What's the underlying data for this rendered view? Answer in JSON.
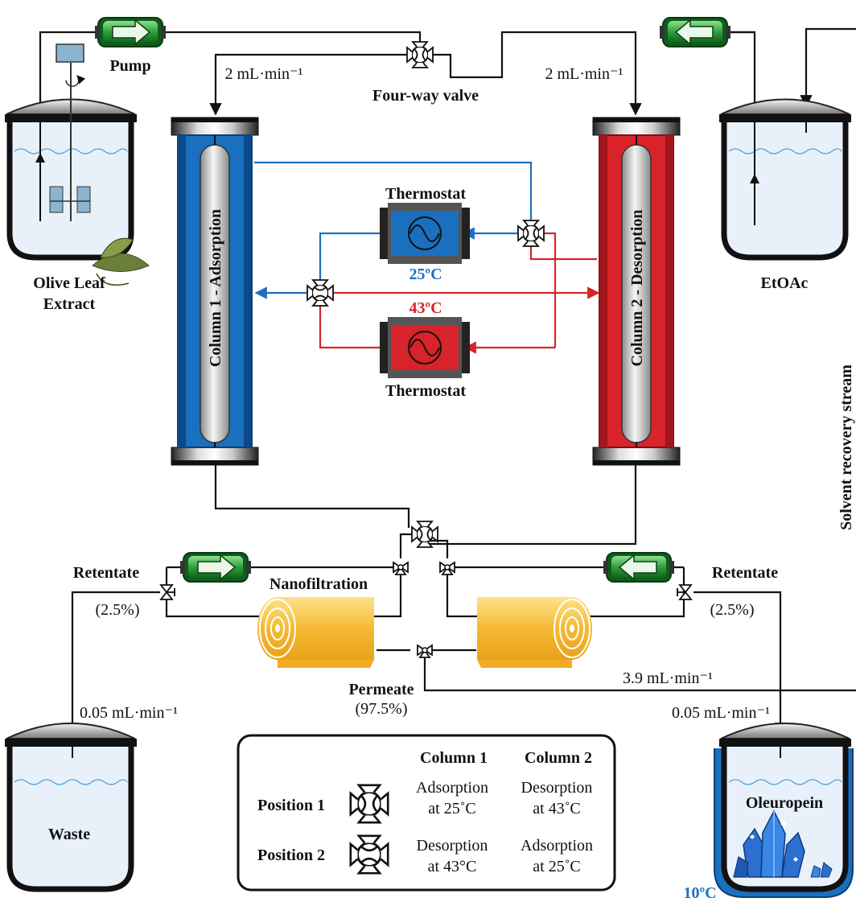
{
  "labels": {
    "pump": "Pump",
    "four_way_valve": "Four-way valve",
    "flow_left_top": "2 mL·min⁻¹",
    "flow_right_top": "2 mL·min⁻¹",
    "olive_leaf": "Olive Leaf",
    "extract": "Extract",
    "etoac": "EtOAc",
    "thermostat_top": "Thermostat",
    "thermostat_bottom": "Thermostat",
    "temp_blue": "25ºC",
    "temp_red": "43ºC",
    "column1": "Column 1 - Adsorption",
    "column2": "Column 2 - Desorption",
    "solvent_recovery": "Solvent recovery stream",
    "retentate_left": "Retentate",
    "retentate_right": "Retentate",
    "retentate_pct_left": "(2.5%)",
    "retentate_pct_right": "(2.5%)",
    "nanofiltration": "Nanofiltration",
    "permeate": "Permeate",
    "permeate_pct": "(97.5%)",
    "flow_recovery": "3.9 mL·min⁻¹",
    "flow_waste": "0.05 mL·min⁻¹",
    "flow_product": "0.05 mL·min⁻¹",
    "waste": "Waste",
    "oleuropein": "Oleuropein",
    "temp_product": "10ºC"
  },
  "legend": {
    "col1_header": "Column 1",
    "col2_header": "Column 2",
    "rows": [
      {
        "position": "Position 1",
        "col1_line1": "Adsorption",
        "col1_line2": "at 25˚C",
        "col2_line1": "Desorption",
        "col2_line2": "at 43˚C"
      },
      {
        "position": "Position 2",
        "col1_line1": "Desorption",
        "col1_line2": "at 43°C",
        "col2_line1": "Adsorption",
        "col2_line2": "at 25˚C"
      }
    ]
  },
  "colors": {
    "blue": "#1f6fbf",
    "red": "#d8232a",
    "pump_green": "#2e9e3e",
    "membrane": "#f5b935",
    "liquid": "#e6f0f8"
  }
}
